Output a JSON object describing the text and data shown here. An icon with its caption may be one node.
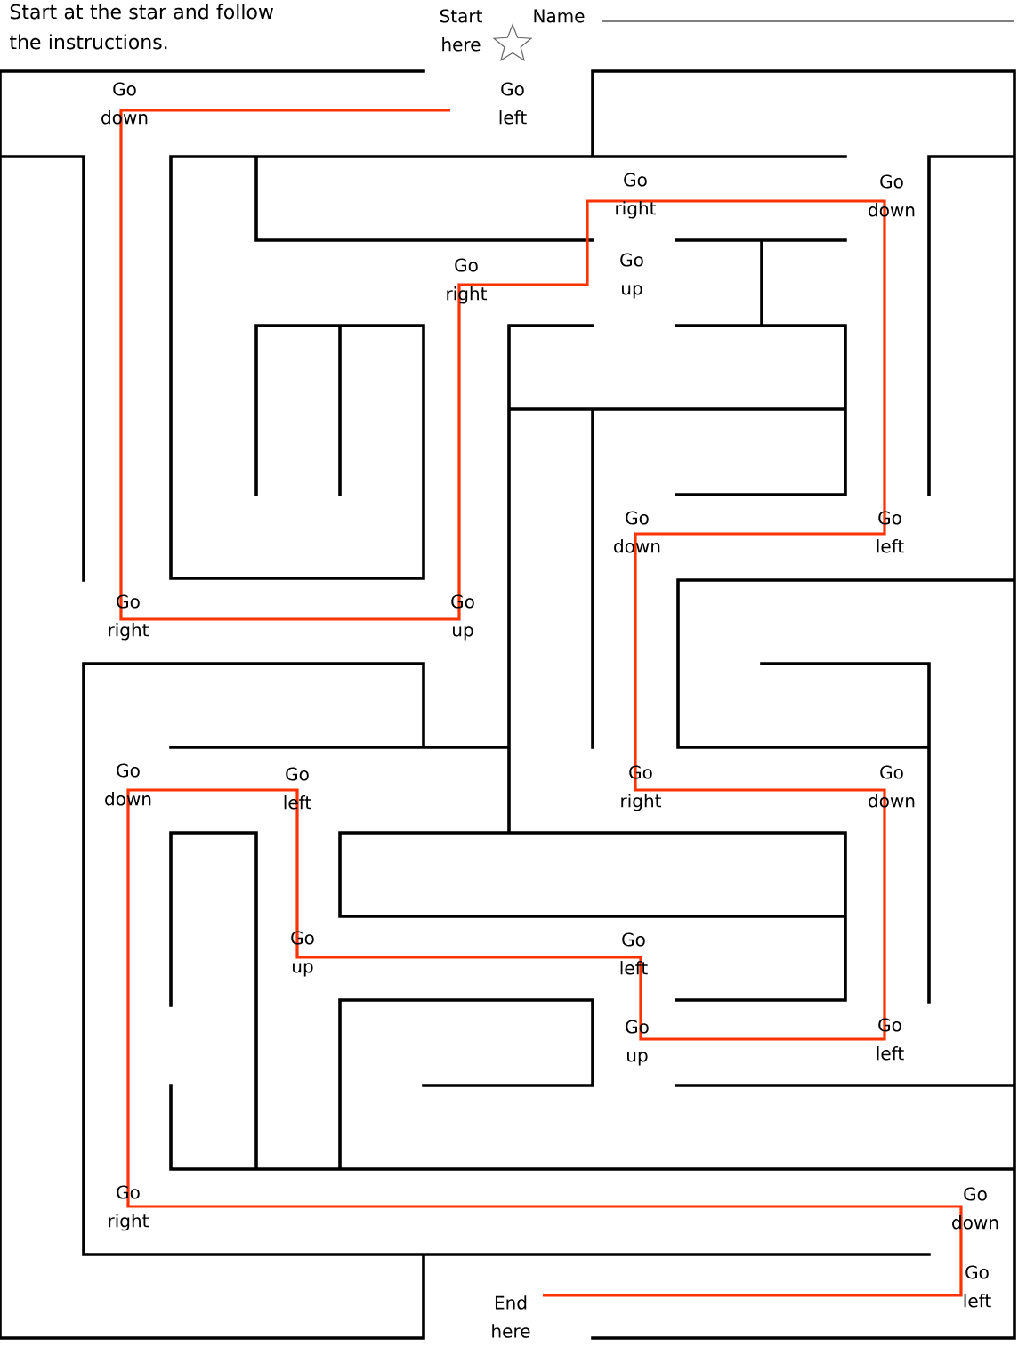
{
  "diagram": {
    "title": "Start at the star and follow the instructions.",
    "labels": [
      "Start here",
      "Name",
      "Go down",
      "Go left",
      "Go right",
      "Go down",
      "Go right",
      "Go up",
      "Go down",
      "Go left",
      "Go right",
      "Go up",
      "Go down",
      "Go left",
      "Go right",
      "Go down",
      "Go up",
      "Go left",
      "Go up",
      "Go left",
      "Go right",
      "Go down",
      "Go left",
      "End here"
    ]
  }
}
